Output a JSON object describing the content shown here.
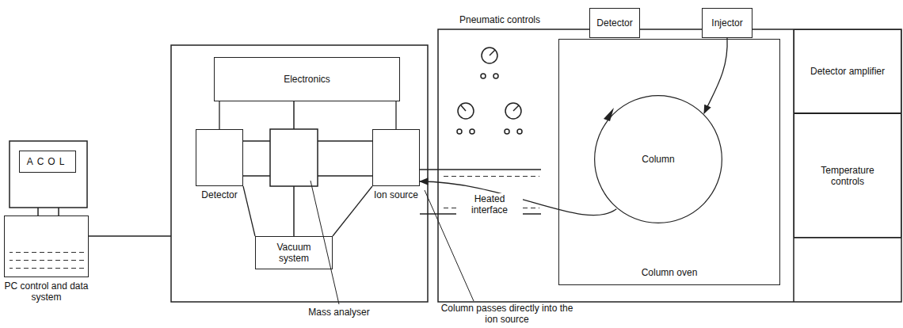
{
  "diagram": {
    "nodes": [
      {
        "text": [
          "ACOL"
        ]
      },
      {
        "text": [
          "PC control and data system"
        ]
      },
      {
        "text": [
          "Electronics"
        ]
      },
      {
        "text": [
          "Detector"
        ]
      },
      {
        "text": [
          "Ion source"
        ]
      },
      {
        "text": [
          "Vacuum system"
        ]
      },
      {
        "text": [
          "Pneumatic controls"
        ]
      },
      {
        "text": [
          "Detector"
        ]
      },
      {
        "text": [
          "Injector"
        ]
      },
      {
        "text": [
          "Column oven"
        ]
      },
      {
        "text": [
          "Column"
        ],
        "in": 9
      },
      {
        "text": [
          "Detector amplifier"
        ]
      },
      {
        "text": [
          "Temperature controls"
        ]
      }
    ],
    "edges": [
      {
        "from": 8,
        "to": 10,
        "arrow": "to"
      },
      {
        "from": 10,
        "to": 4,
        "arrow": "to"
      },
      {
        "from": 2,
        "to": 3,
        "arrow": "none"
      },
      {
        "from": 2,
        "to": 4,
        "arrow": "none"
      },
      {
        "from": 5,
        "to": 3,
        "arrow": "none"
      },
      {
        "from": 5,
        "to": 4,
        "arrow": "none"
      }
    ],
    "labels": [
      "Heated interface",
      "Mass analyser",
      "Column passes directly into the ion source"
    ]
  }
}
